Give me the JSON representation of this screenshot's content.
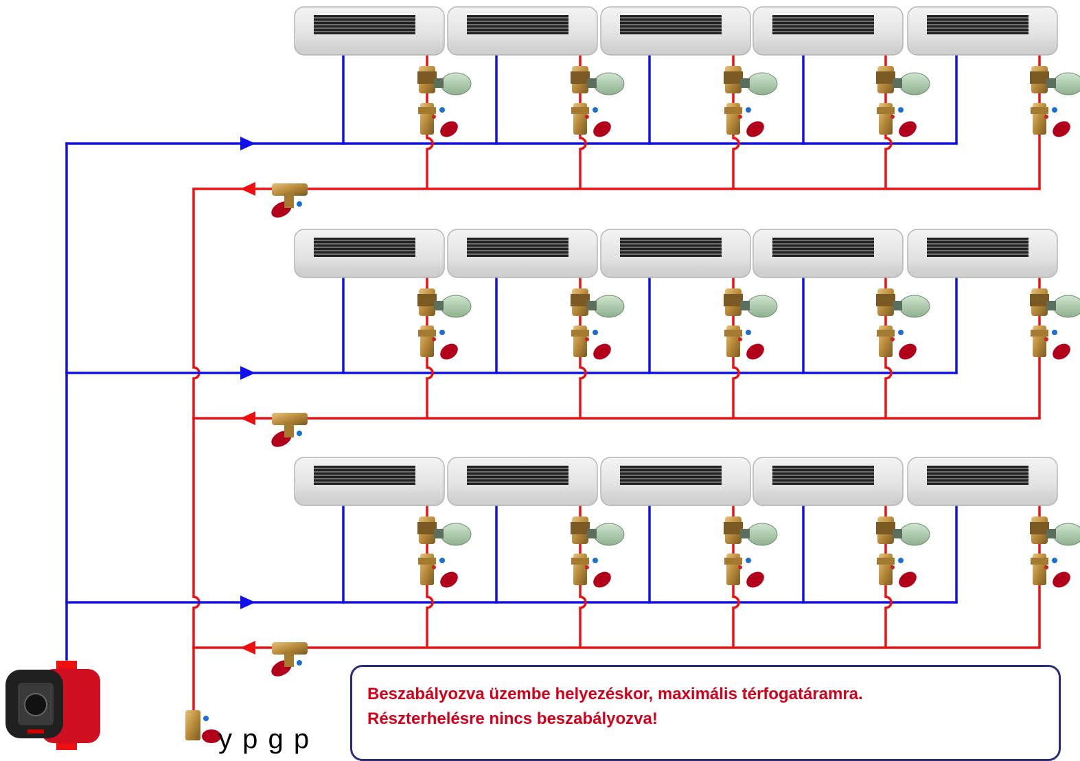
{
  "note": {
    "line1": "Beszabályozva üzembe helyezéskor, maximális térfogatáramra.",
    "line2": "Részterhelésre nincs beszabályozva!"
  },
  "hidden_text_fragment": "y                    p   g  p",
  "colors": {
    "supply_pipe": "#1010ee",
    "return_pipe": "#ee1010",
    "callout_border": "#2a2a7a",
    "callout_text": "#d4001a"
  },
  "icons": [
    "circulation-pump-icon",
    "fan-coil-unit-icon",
    "control-valve-icon",
    "balancing-valve-icon",
    "flow-arrow-icon"
  ],
  "layout": {
    "floors": 3,
    "units_per_floor": 5
  }
}
